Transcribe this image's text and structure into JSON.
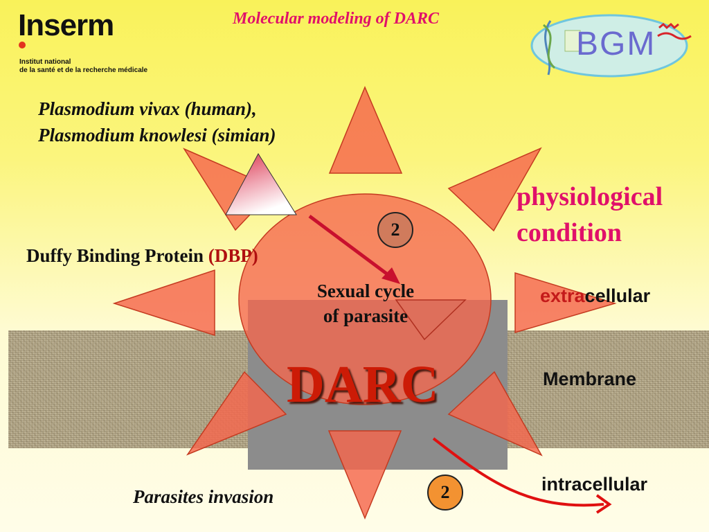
{
  "title": "Molecular modeling of DARC",
  "logo": {
    "name": "Inserm",
    "subtitle_line1": "Institut national",
    "subtitle_line2": "de la santé et de la recherche médicale"
  },
  "bgm_logo": {
    "text": "BGM"
  },
  "species_line1": "Plasmodium vivax (human),",
  "species_line2": "Plasmodium knowlesi (simian)",
  "condition_line1": "physiological",
  "condition_line2": "condition",
  "dbp_label": "Duffy Binding Protein",
  "dbp_abbr": "(DBP)",
  "center_line1": "Sexual cycle",
  "center_line2": "of parasite",
  "darc_label": "DARC",
  "extracellular": {
    "part1": "extra",
    "part2": "cellular"
  },
  "membrane_label": "Membrane",
  "intracellular": "intracellular",
  "invasion": "Parasites invasion",
  "badge_top": "2",
  "badge_bottom": "2",
  "colors": {
    "title": "#e0106a",
    "physio": "#e0106a",
    "darc": "#cc1b06",
    "sun": "#f5674d",
    "arrow": "#e01010",
    "badge_top": "#d07b5c",
    "badge_bottom": "#f39231"
  }
}
